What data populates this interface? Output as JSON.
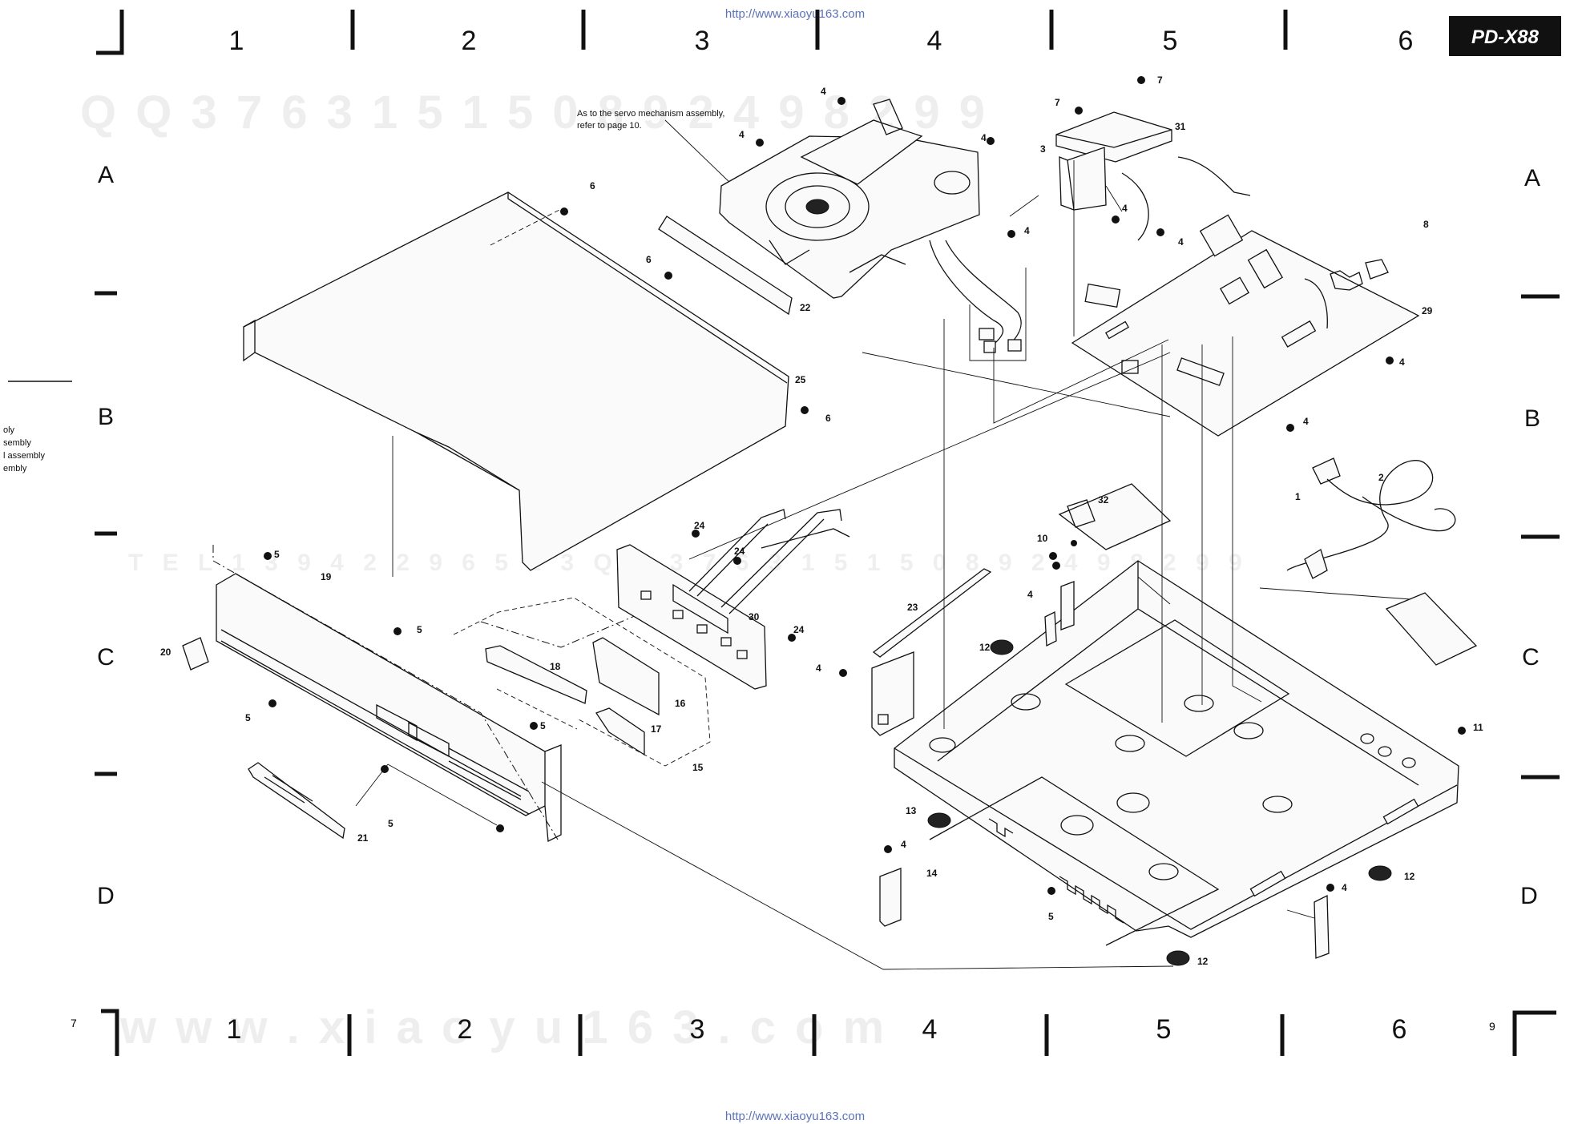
{
  "model_badge": "PD-X88",
  "url_top": "http://www.xiaoyu163.com",
  "url_bottom": "http://www.xiaoyu163.com",
  "grid": {
    "columns_top": [
      "1",
      "2",
      "3",
      "4",
      "5",
      "6"
    ],
    "columns_bottom": [
      "1",
      "2",
      "3",
      "4",
      "5",
      "6"
    ],
    "rows_left": [
      "A",
      "B",
      "C",
      "D"
    ],
    "rows_right": [
      "A",
      "B",
      "C",
      "D"
    ]
  },
  "page_numbers": {
    "left": "7",
    "right": "9"
  },
  "note": {
    "line1": "As to the servo mechanism assembly,",
    "line2": "refer to page 10."
  },
  "edge_text": [
    "oly",
    "sembly",
    "l assembly",
    "embly"
  ],
  "watermarks": {
    "row1": "Q Q   3 7 6 3 1 5 1 5 0   8 9 2 4 9 8 2 9 9",
    "row2": "T E L   1 3 9 4 2 2 9 6 5 1 3     Q Q   3 7 6 3 1 5 1 5 0   8 9 2 4 9 8 2 9 9",
    "row3": "w w w .   x i a o y u 1 6 3 .   c o m"
  },
  "callouts": {
    "c1": "1",
    "c2": "2",
    "c3": "3",
    "c4": "4",
    "c5": "5",
    "c6": "6",
    "c7": "7",
    "c8": "8",
    "c10": "10",
    "c11": "11",
    "c12": "12",
    "c13": "13",
    "c14": "14",
    "c15": "15",
    "c16": "16",
    "c17": "17",
    "c18": "18",
    "c19": "19",
    "c20": "20",
    "c21": "21",
    "c22": "22",
    "c23": "23",
    "c24": "24",
    "c25": "25",
    "c29": "29",
    "c30": "30",
    "c31": "31",
    "c32": "32"
  }
}
